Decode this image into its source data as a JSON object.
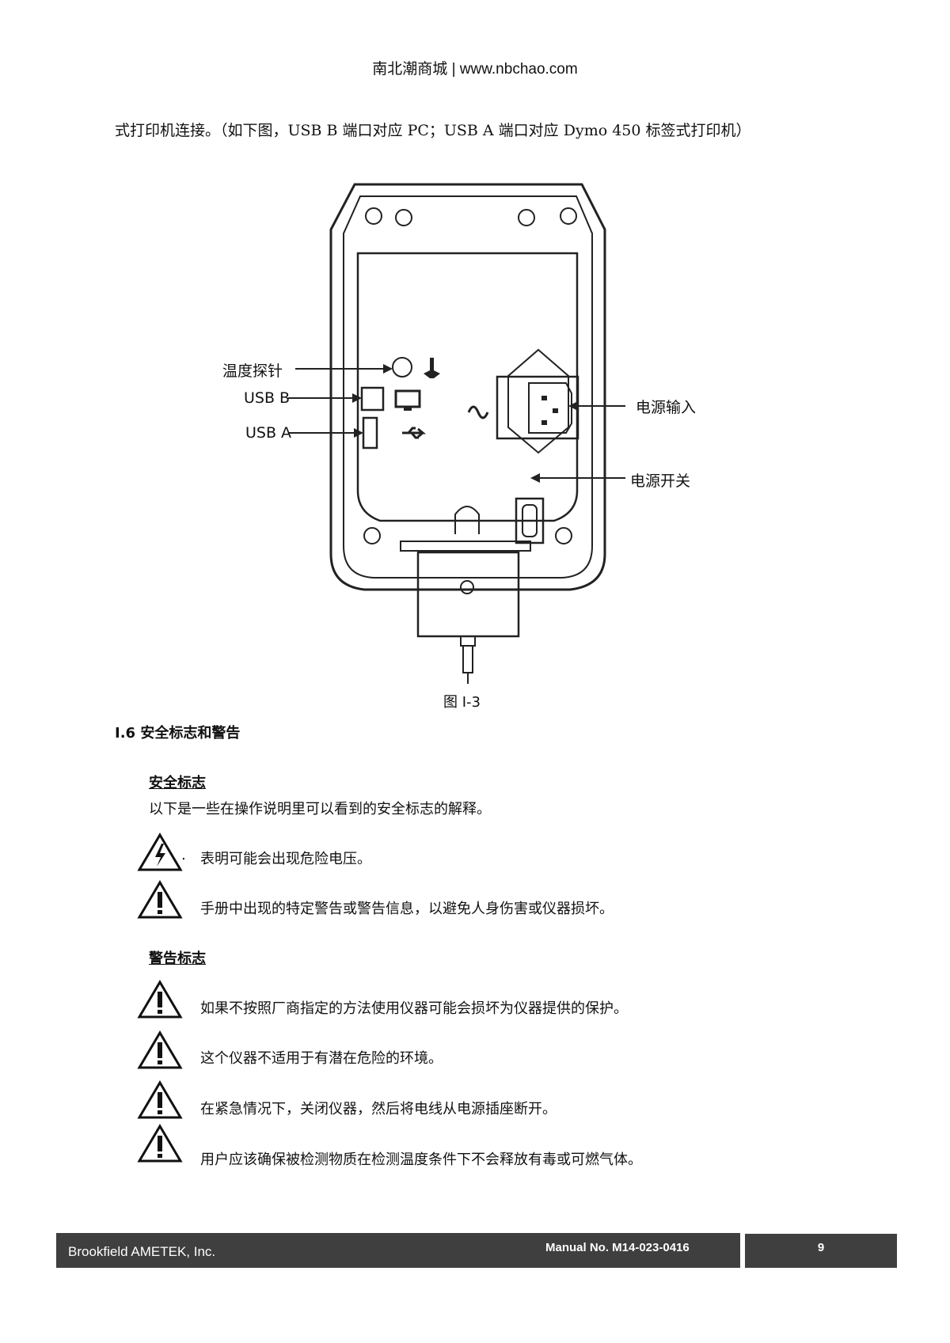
{
  "header": {
    "site": "南北潮商城 | www.nbchao.com"
  },
  "intro_text": "式打印机连接。（如下图，USB B 端口对应 PC；USB A 端口对应 Dymo 450 标签式打印机）",
  "figure": {
    "labels": {
      "temp_probe": "温度探针",
      "usb_b": "USB B",
      "usb_a": "USB A",
      "power_input": "电源输入",
      "power_switch": "电源开关"
    },
    "caption": "图 I-3"
  },
  "section": {
    "heading": "I.6 安全标志和警告",
    "safety_symbols": {
      "title": "安全标志",
      "intro": "以下是一些在操作说明里可以看到的安全标志的解释。",
      "items": [
        {
          "icon": "high-voltage-icon",
          "prefix": ".",
          "text": "表明可能会出现危险电压。"
        },
        {
          "icon": "caution-icon",
          "text": "手册中出现的特定警告或警告信息，以避免人身伤害或仪器损坏。"
        }
      ]
    },
    "warning_symbols": {
      "title": "警告标志",
      "items": [
        {
          "icon": "caution-icon",
          "text": "如果不按照厂商指定的方法使用仪器可能会损坏为仪器提供的保护。"
        },
        {
          "icon": "caution-icon",
          "text": "这个仪器不适用于有潜在危险的环境。"
        },
        {
          "icon": "caution-icon",
          "text": "在紧急情况下，关闭仪器，然后将电线从电源插座断开。"
        },
        {
          "icon": "caution-icon",
          "text": "用户应该确保被检测物质在检测温度条件下不会释放有毒或可燃气体。"
        }
      ]
    }
  },
  "footer": {
    "company": "Brookfield AMETEK, Inc.",
    "manual": "Manual No. M14-023-0416",
    "page": "9"
  }
}
